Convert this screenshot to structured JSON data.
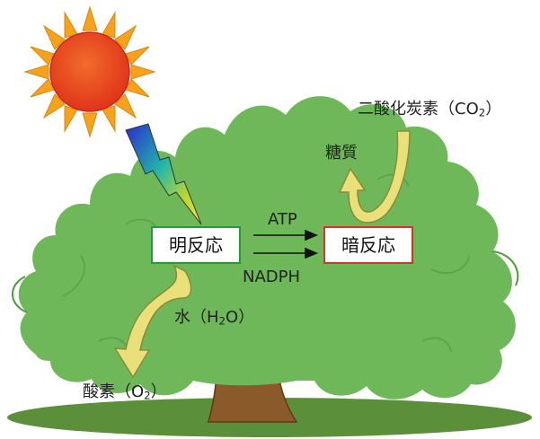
{
  "labels": {
    "light_reaction": "明反応",
    "dark_reaction": "暗反応",
    "atp": "ATP",
    "nadph": "NADPH",
    "co2_prefix": "二酸化炭素（CO",
    "co2_sub": "2",
    "co2_suffix": "）",
    "sugar": "糖質",
    "water_prefix": "水（H",
    "water_sub": "2",
    "water_suffix": "O）",
    "oxygen_prefix": "酸素（O",
    "oxygen_sub": "2",
    "oxygen_suffix": "）"
  },
  "colors": {
    "sun_core": "#e83a1c",
    "sun_ray": "#f6a21b",
    "tree": "#6fb85a",
    "tree_shadow": "#4e9a3f",
    "trunk": "#8a5a2b",
    "ground": "#5b8f3a",
    "arrow_yellow": "#e9e07a",
    "arrow_outline": "#8a8a3a",
    "light_box_border": "#1e9e3a",
    "dark_box_border": "#d8322a"
  }
}
